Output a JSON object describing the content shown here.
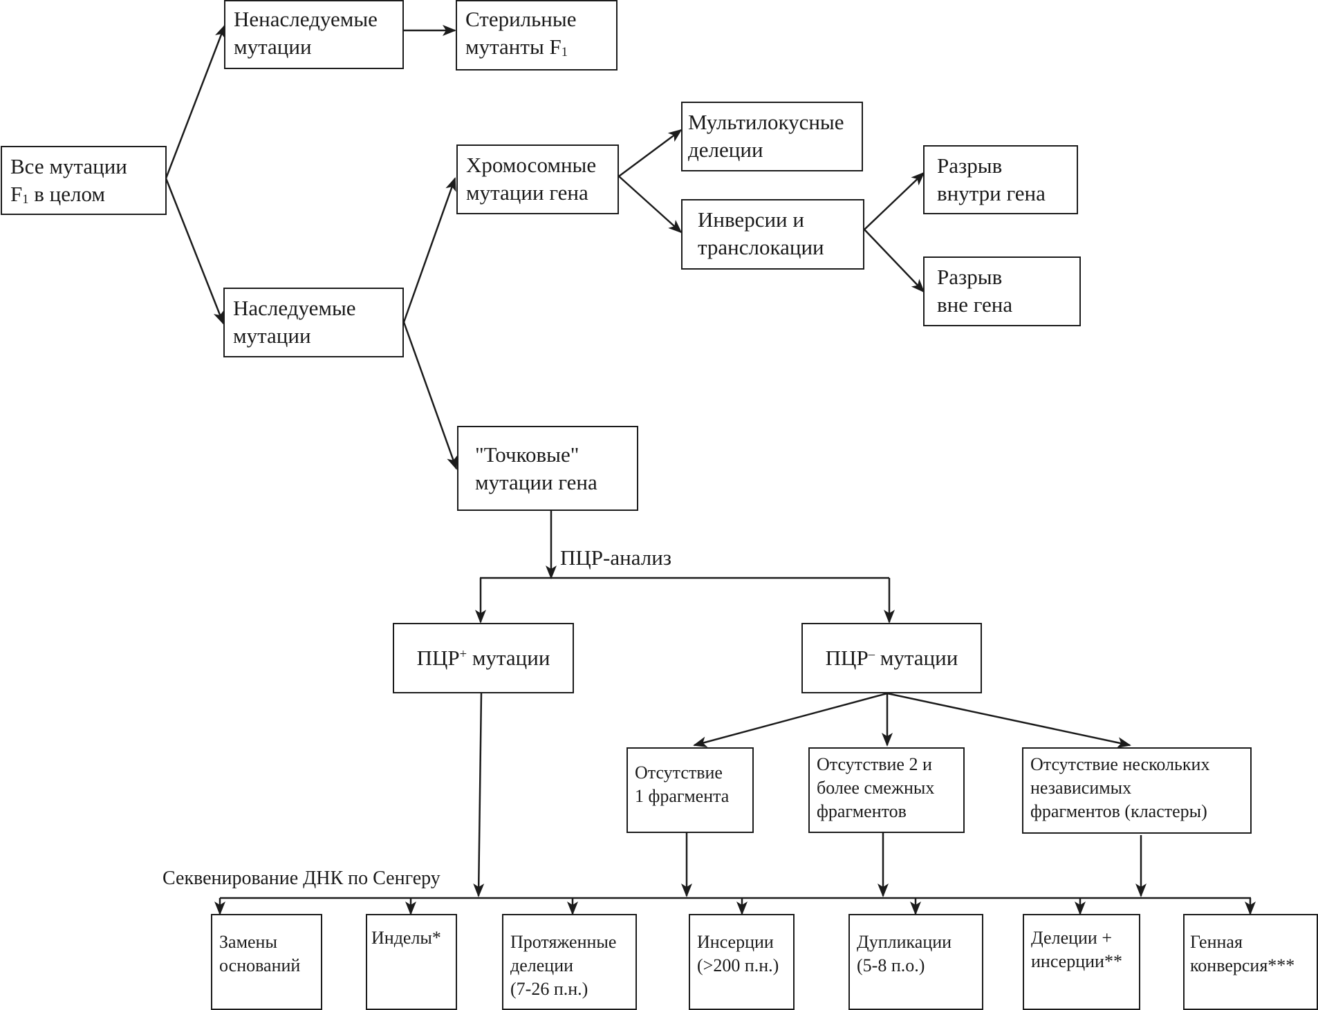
{
  "nodes": {
    "all_mutations": {
      "line1": "Все мутации",
      "line2_main": "F",
      "line2_sub": "1",
      "line2_rest": " в целом"
    },
    "non_hereditary": {
      "line1": "Ненаследуемые",
      "line2": "мутации"
    },
    "sterile": {
      "line1": "Стерильные",
      "line2_main": "мутанты F",
      "line2_sub": "1"
    },
    "hereditary": {
      "line1": "Наследуемые",
      "line2": "мутации"
    },
    "chromosomal": {
      "line1": "Хромосомные",
      "line2": "мутации гена"
    },
    "multilocus": {
      "line1": "Мультилокусные",
      "line2": "делеции"
    },
    "inversions": {
      "line1": "Инверсии и",
      "line2": "транслокации"
    },
    "break_inside": {
      "line1": "Разрыв",
      "line2": "внутри гена"
    },
    "break_outside": {
      "line1": "Разрыв",
      "line2": "вне гена"
    },
    "point": {
      "line1": "\"Точковые\"",
      "line2": "мутации гена"
    },
    "pcr_pos": {
      "main": "ПЦР",
      "sup": "+",
      "rest": " мутации"
    },
    "pcr_neg": {
      "main": "ПЦР",
      "sup": "–",
      "rest": " мутации"
    },
    "absent_one": {
      "line1": "Отсутствие",
      "line2": "1 фрагмента"
    },
    "absent_adjacent": {
      "line1": "Отсутствие 2 и",
      "line2": "более смежных",
      "line3": "фрагментов"
    },
    "absent_clusters": {
      "line1": "Отсутствие нескольких",
      "line2": "независимых",
      "line3": "фрагментов (кластеры)"
    }
  },
  "labels": {
    "pcr_analysis": "ПЦР-анализ",
    "sanger": "Секвенирование ДНК по Сенгеру"
  },
  "results": [
    {
      "lines": [
        "Замены",
        "оснований"
      ]
    },
    {
      "lines": [
        "Инделы*"
      ]
    },
    {
      "lines": [
        "Протяженные",
        "делеции",
        "(7-26 п.н.)"
      ]
    },
    {
      "lines": [
        "Инсерции",
        "(>200 п.н.)"
      ]
    },
    {
      "lines": [
        "Дупликации",
        "(5-8 п.о.)"
      ]
    },
    {
      "lines": [
        "Делеции +",
        "инсерции**"
      ]
    },
    {
      "lines": [
        "Генная",
        "конверсия***"
      ]
    }
  ]
}
